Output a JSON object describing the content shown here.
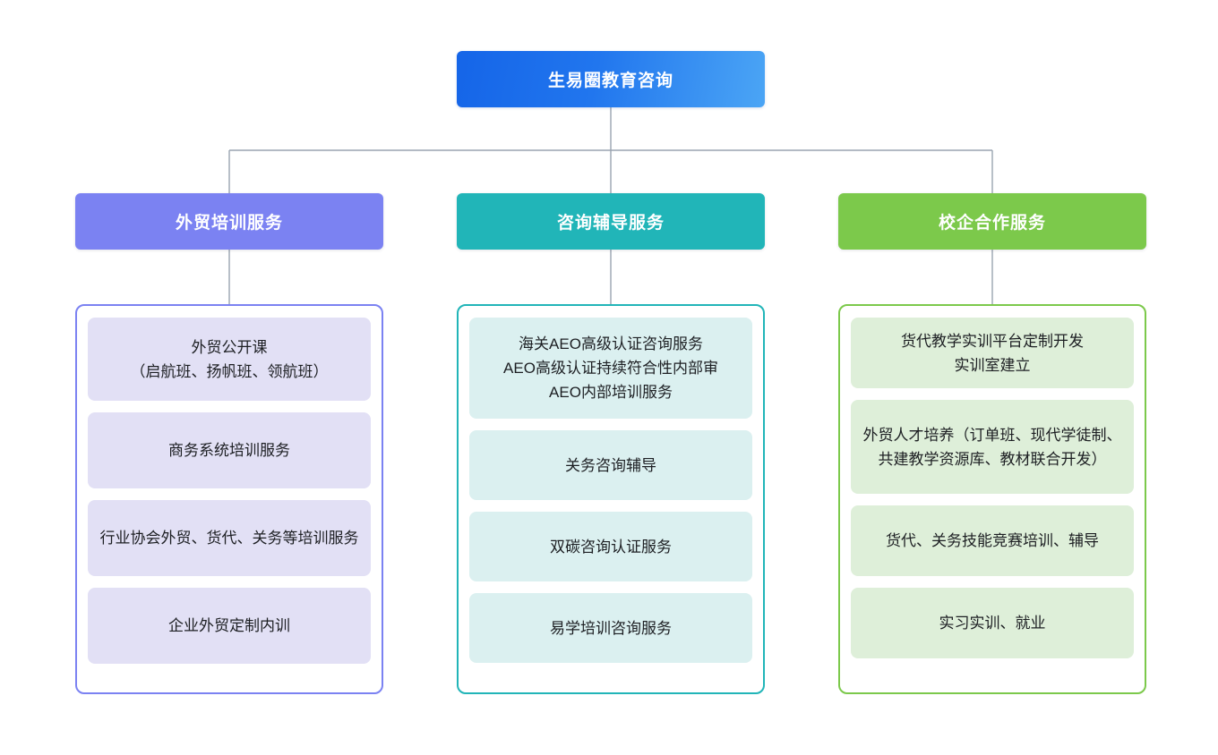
{
  "diagram": {
    "type": "organization-tree",
    "orientation": "top-down",
    "root": {
      "label": "生易圈教育咨询",
      "color": "#2176EE",
      "gradient_from": "#1565E8",
      "gradient_to": "#4BA5F5"
    },
    "connector_color": "#9aa4b0",
    "branches": [
      {
        "label": "外贸培训服务",
        "color": "#7B82F2",
        "leaf_background": "#E2E0F5",
        "items": [
          "外贸公开课\n（启航班、扬帆班、领航班）",
          "商务系统培训服务",
          "行业协会外贸、货代、关务等培训服务",
          "企业外贸定制内训"
        ]
      },
      {
        "label": "咨询辅导服务",
        "color": "#21B5B8",
        "leaf_background": "#DBF0F0",
        "items": [
          "海关AEO高级认证咨询服务\nAEO高级认证持续符合性内部审\nAEO内部培训服务",
          "关务咨询辅导",
          "双碳咨询认证服务",
          "易学培训咨询服务"
        ]
      },
      {
        "label": "校企合作服务",
        "color": "#7CC94B",
        "leaf_background": "#DEEFD9",
        "items": [
          "货代教学实训平台定制开发\n实训室建立",
          "外贸人才培养（订单班、现代学徒制、共建教学资源库、教材联合开发）",
          "货代、关务技能竞赛培训、辅导",
          "实习实训、就业"
        ]
      }
    ]
  }
}
